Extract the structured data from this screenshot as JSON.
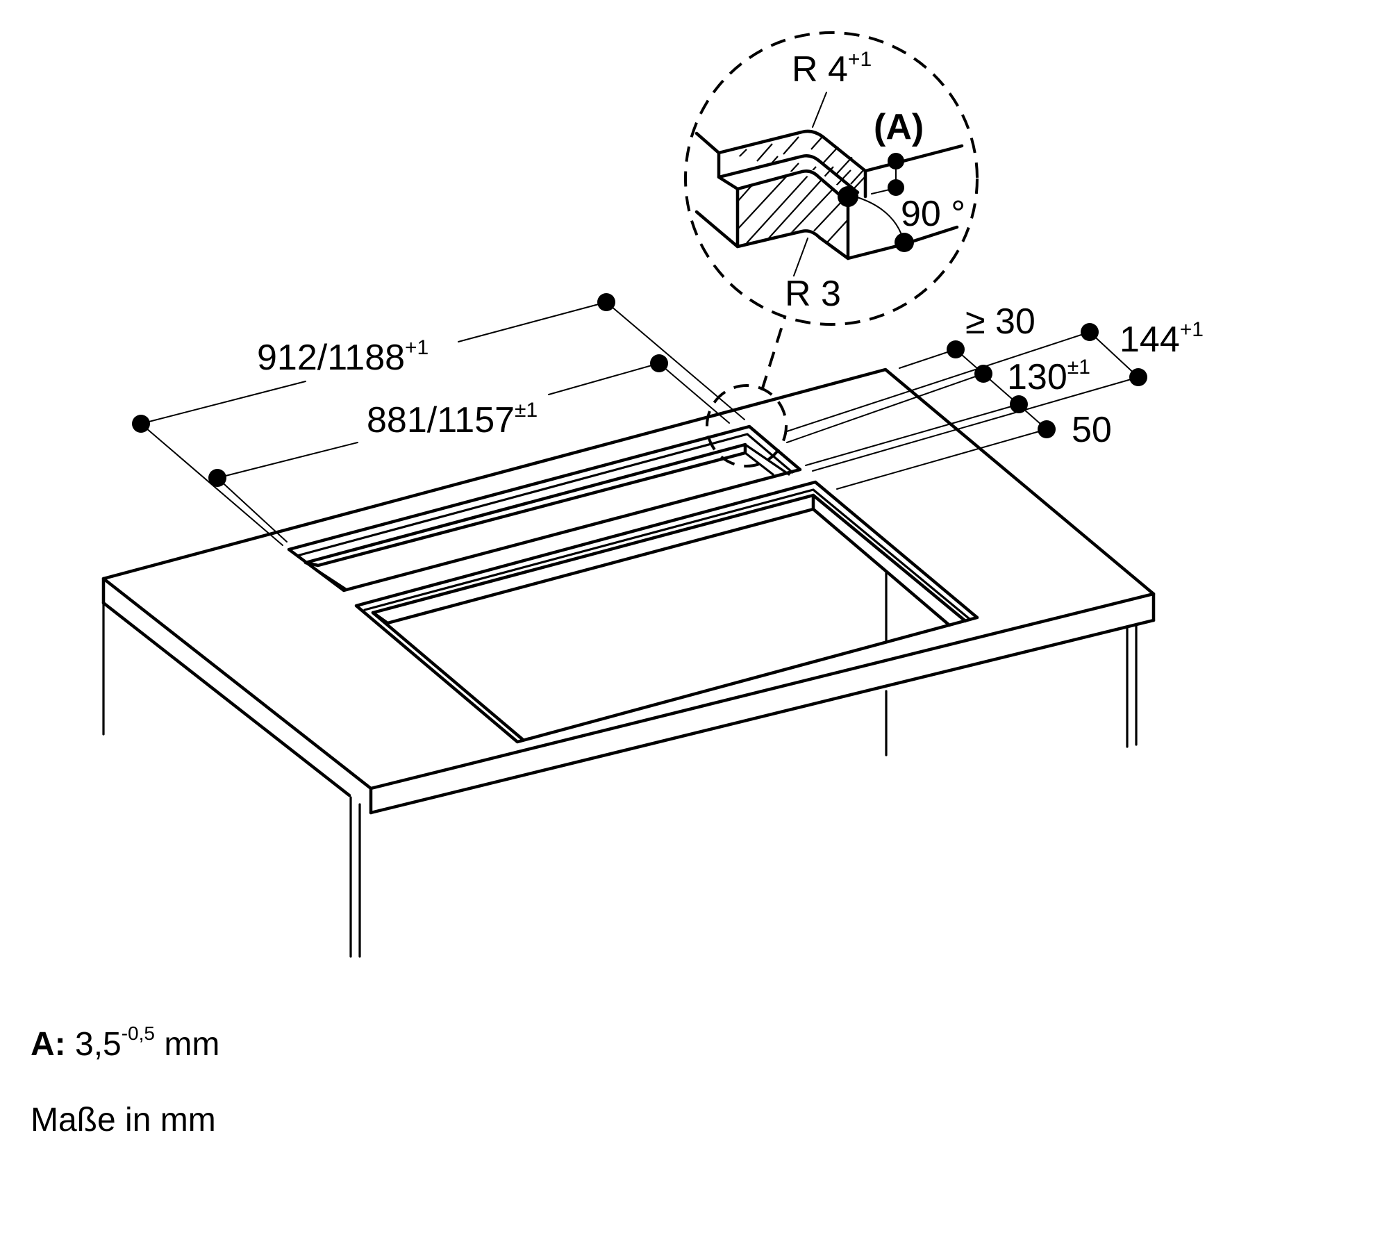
{
  "diagram": {
    "type": "installation-cutout-drawing",
    "subject": "Worktop cutout for cooktop with downdraft vent slot",
    "dimensions": {
      "overall_length": {
        "value": "912/1188",
        "tolerance": "+1"
      },
      "slot_length": {
        "value": "881/1157",
        "tolerance": "±1"
      },
      "min_back_edge": {
        "value": "≥ 30",
        "tolerance": ""
      },
      "slot_depth": {
        "value": "130",
        "tolerance": "±1"
      },
      "total_depth": {
        "value": "144",
        "tolerance": "+1"
      },
      "front_spacing": {
        "value": "50",
        "tolerance": ""
      }
    },
    "detail": {
      "radius_top": {
        "value": "R 4",
        "tolerance": "+1"
      },
      "radius_bottom": {
        "value": "R 3",
        "tolerance": ""
      },
      "label_a": "(A)",
      "angle": "90 °"
    }
  },
  "notes": {
    "a_label": "A:",
    "a_value": "3,5",
    "a_tolerance": "-0,5",
    "a_unit": "mm",
    "units": "Maße in mm"
  }
}
